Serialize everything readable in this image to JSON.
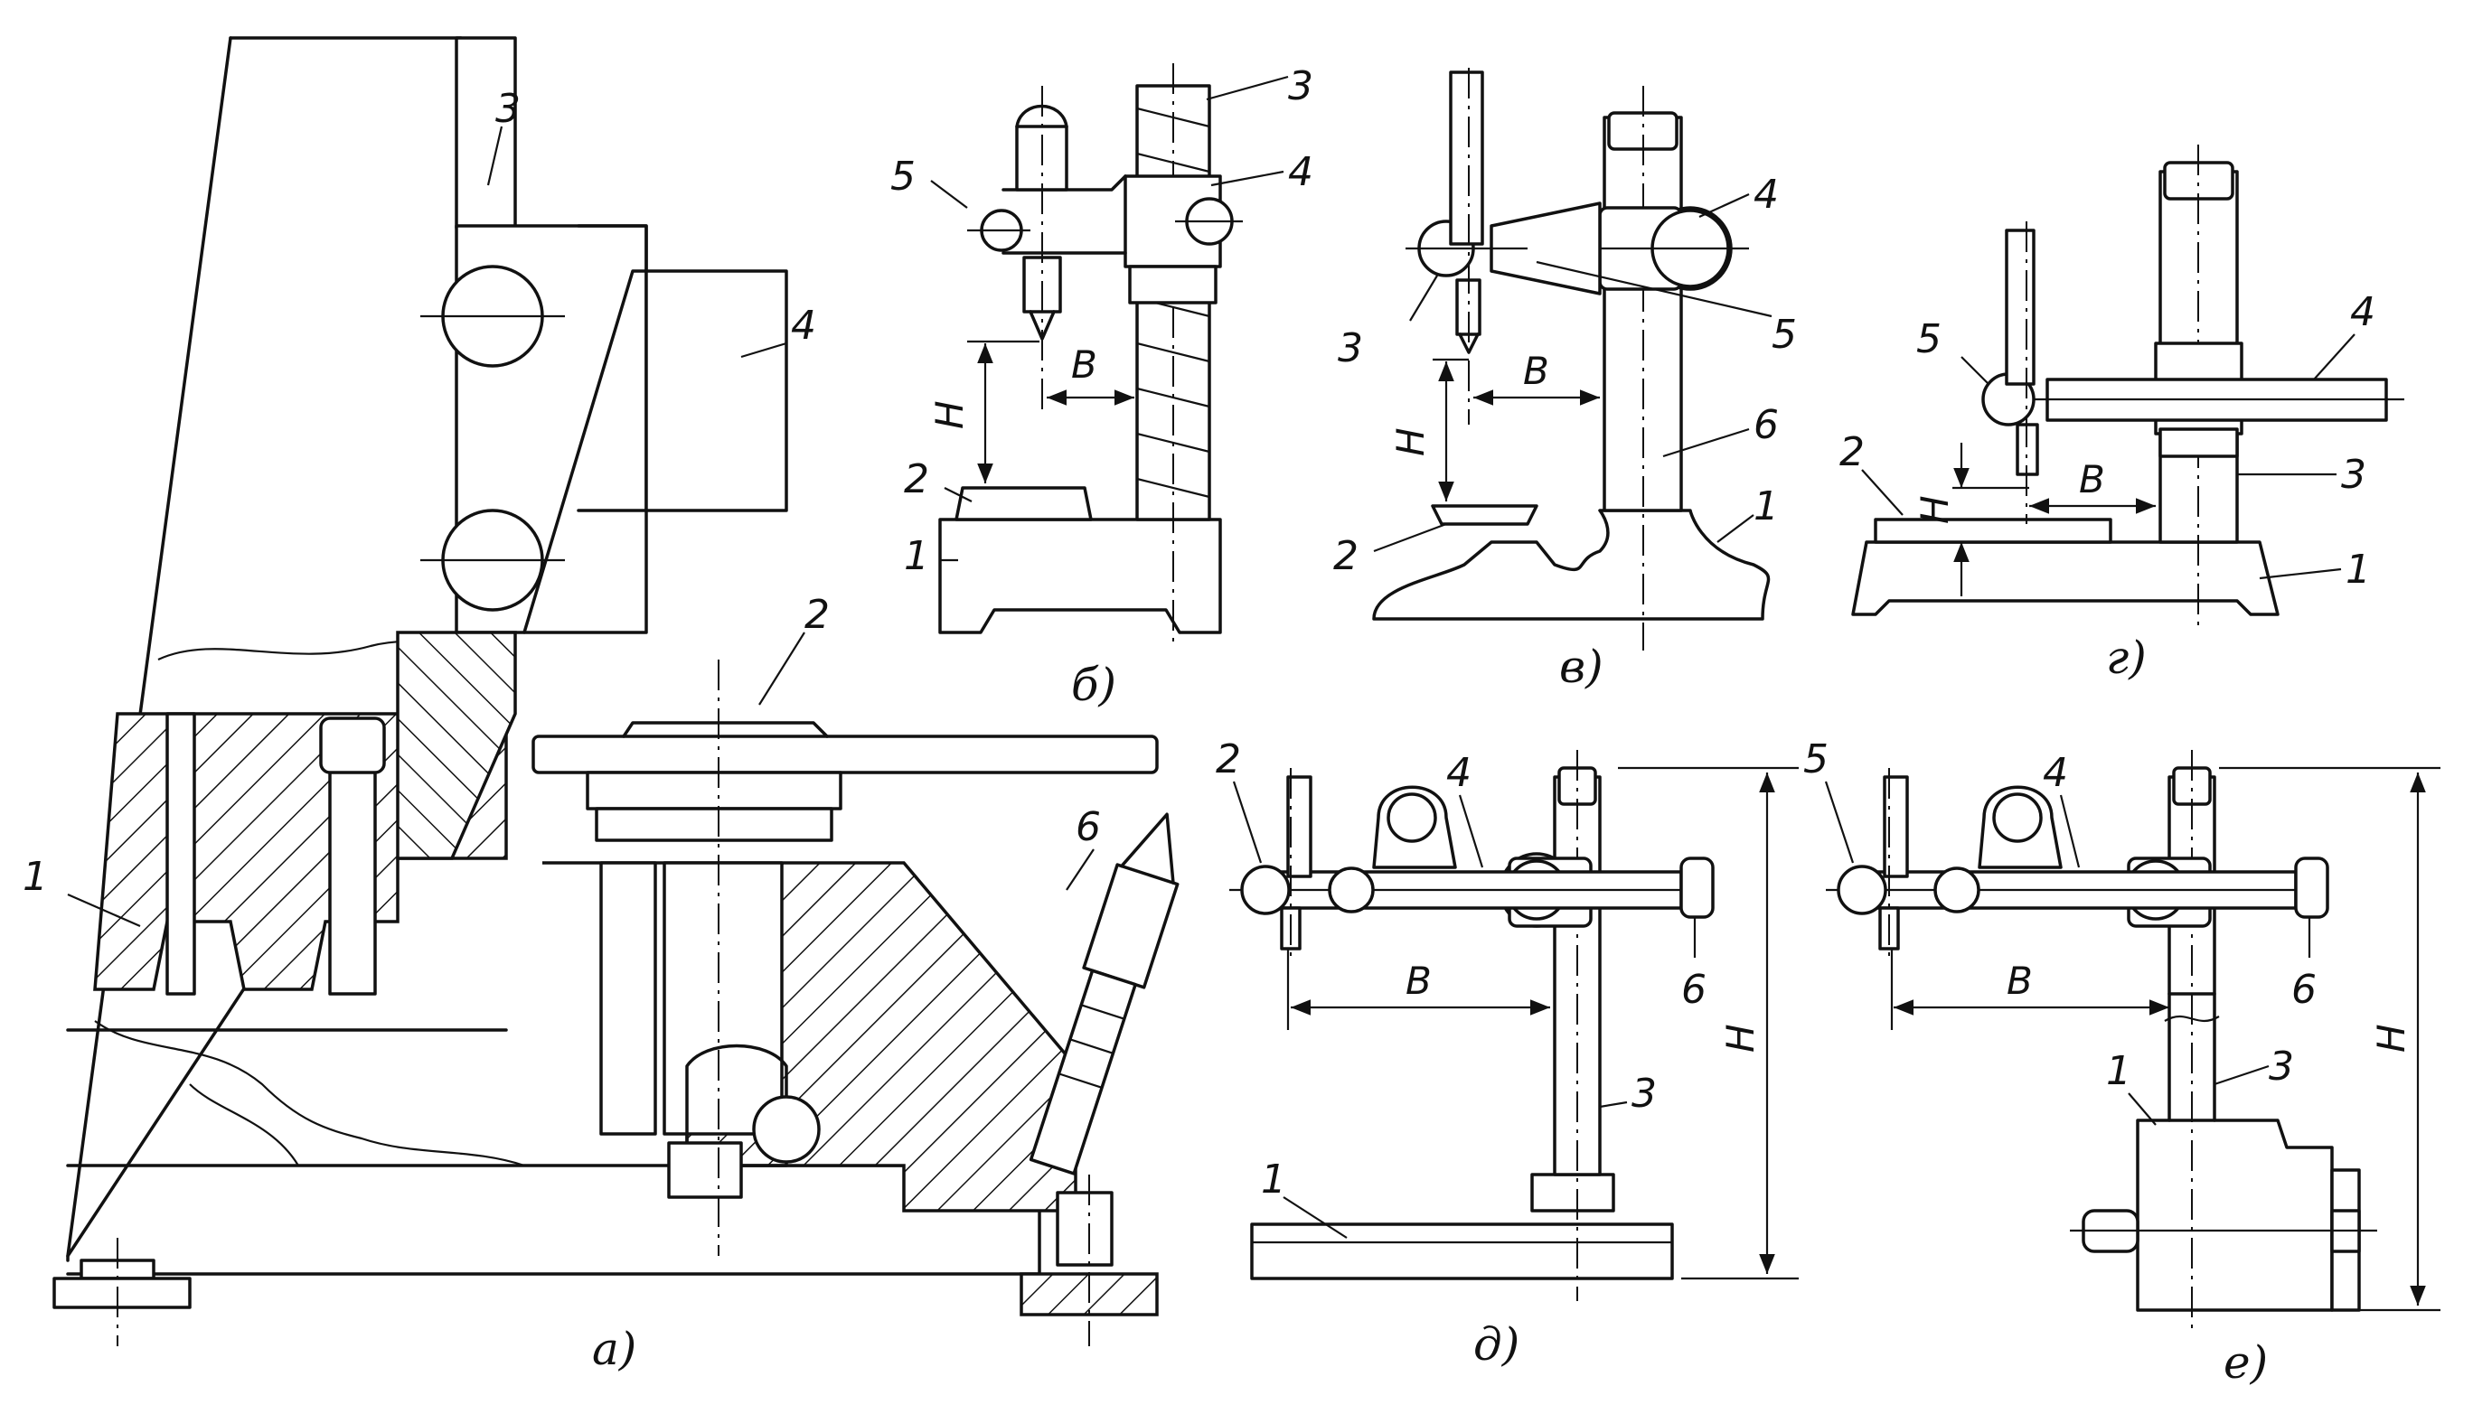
{
  "panels": {
    "a": {
      "caption": "а)",
      "labels": {
        "n1": "1",
        "n2": "2",
        "n3": "3",
        "n4": "4",
        "n6": "6"
      }
    },
    "b": {
      "caption": "б)",
      "labels": {
        "n1": "1",
        "n2": "2",
        "n3": "3",
        "n4": "4",
        "n5": "5",
        "H": "H",
        "B": "B"
      }
    },
    "v": {
      "caption": "в)",
      "labels": {
        "n1": "1",
        "n2": "2",
        "n3": "3",
        "n4": "4",
        "n5": "5",
        "n6": "6",
        "H": "H",
        "B": "B"
      }
    },
    "g": {
      "caption": "г)",
      "labels": {
        "n1": "1",
        "n2": "2",
        "n3": "3",
        "n4": "4",
        "n5": "5",
        "H": "H",
        "B": "B"
      }
    },
    "d": {
      "caption": "д)",
      "labels": {
        "n1": "1",
        "n2": "2",
        "n3": "3",
        "n4": "4",
        "n6": "6",
        "H": "H",
        "B": "B"
      }
    },
    "e": {
      "caption": "е)",
      "labels": {
        "n1": "1",
        "n3": "3",
        "n4": "4",
        "n5": "5",
        "n6": "6",
        "H": "H",
        "B": "B"
      }
    }
  }
}
